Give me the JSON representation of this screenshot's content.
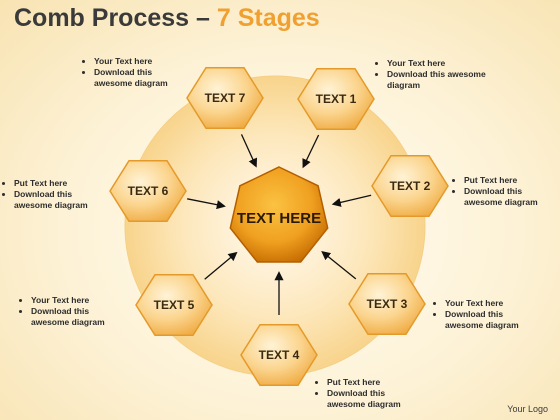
{
  "title": {
    "main": "Comb Process",
    "separator": " – ",
    "sub": "7 Stages"
  },
  "center": {
    "label": "TEXT HERE"
  },
  "stages": [
    {
      "label": "TEXT 1"
    },
    {
      "label": "TEXT 2"
    },
    {
      "label": "TEXT 3"
    },
    {
      "label": "TEXT 4"
    },
    {
      "label": "TEXT 5"
    },
    {
      "label": "TEXT 6"
    },
    {
      "label": "TEXT 7"
    }
  ],
  "notes": [
    {
      "items": [
        "Your Text here",
        "Download this awesome diagram"
      ]
    },
    {
      "items": [
        "Put Text here",
        "Download this awesome diagram"
      ]
    },
    {
      "items": [
        "Your Text here",
        "Download this awesome diagram"
      ]
    },
    {
      "items": [
        "Put Text here",
        "Download this awesome diagram"
      ]
    },
    {
      "items": [
        "Your Text here",
        "Download this awesome diagram"
      ]
    },
    {
      "items": [
        "Put Text here",
        "Download this awesome diagram"
      ]
    },
    {
      "items": [
        "Your Text here",
        "Download this awesome diagram"
      ]
    }
  ],
  "logo": "Your Logo",
  "colors": {
    "hex_fill_light": "#fde7b4",
    "hex_fill_dark": "#f2b554",
    "hex_stroke": "#e49a2a",
    "center_light": "#f7b730",
    "center_dark": "#c76d00",
    "ring": "#fbe0a8",
    "title_accent": "#f0a030"
  }
}
